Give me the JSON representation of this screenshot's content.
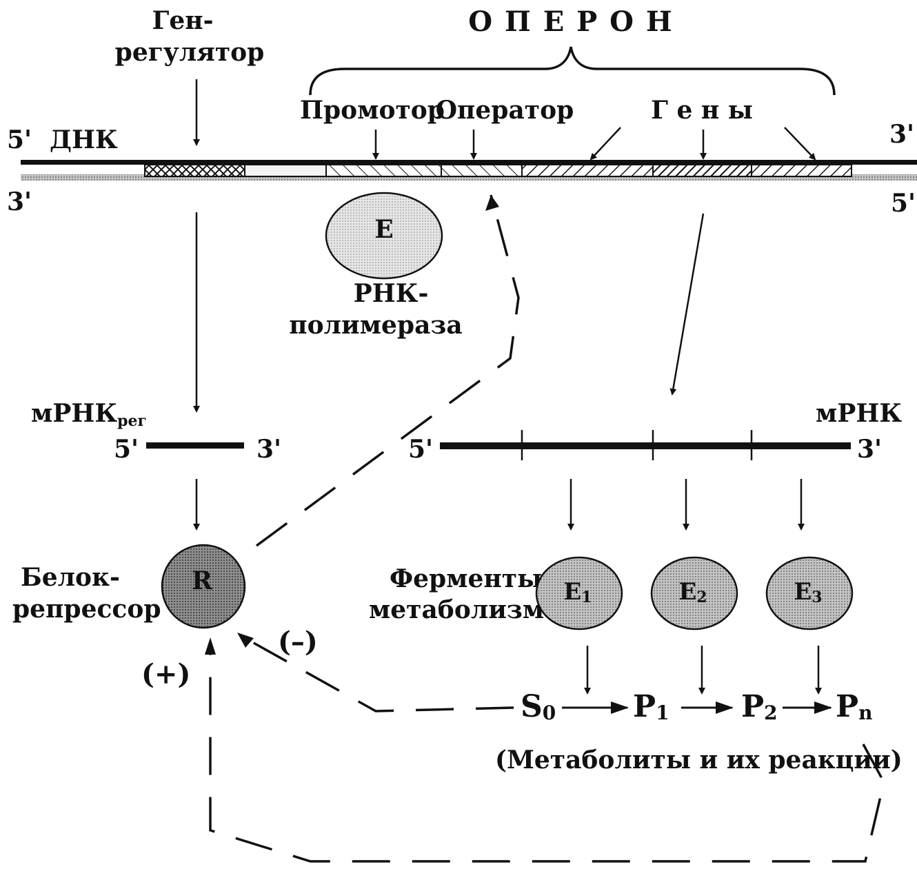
{
  "labels": {
    "gene_regulator_1": "Ген-",
    "gene_regulator_2": "регулятор",
    "operon": "О П Е Р О Н",
    "promoter": "Промотор",
    "operator": "Оператор",
    "genes": "Г е н ы",
    "dna": "ДНК",
    "five_prime": "5'",
    "three_prime": "3'",
    "polymerase_letter": "E",
    "polymerase_1": "РНК-",
    "polymerase_2": "полимераза",
    "mrna_reg_base": "мРНК",
    "mrna_reg_sub": "рег",
    "mrna": "мРНК",
    "repressor_letter": "R",
    "repressor_1": "Белок-",
    "repressor_2": "репрессор",
    "enzymes_1": "Ферменты",
    "enzymes_2": "метаболизма",
    "enzyme_base": "E",
    "enzyme_subs": [
      "1",
      "2",
      "3"
    ],
    "plus": "(+)",
    "minus": "(–)",
    "metabolites": [
      {
        "base": "S",
        "sub": "0"
      },
      {
        "base": "P",
        "sub": "1"
      },
      {
        "base": "P",
        "sub": "2"
      },
      {
        "base": "P",
        "sub": "n"
      }
    ],
    "metabolites_caption": "(Метаболиты и их реакции)"
  },
  "colors": {
    "ink": "#111111",
    "polymerase_fill": "#dcdcdc",
    "repressor_fill": "#8c8c8c",
    "enzyme_fill": "#bdbdbd"
  }
}
